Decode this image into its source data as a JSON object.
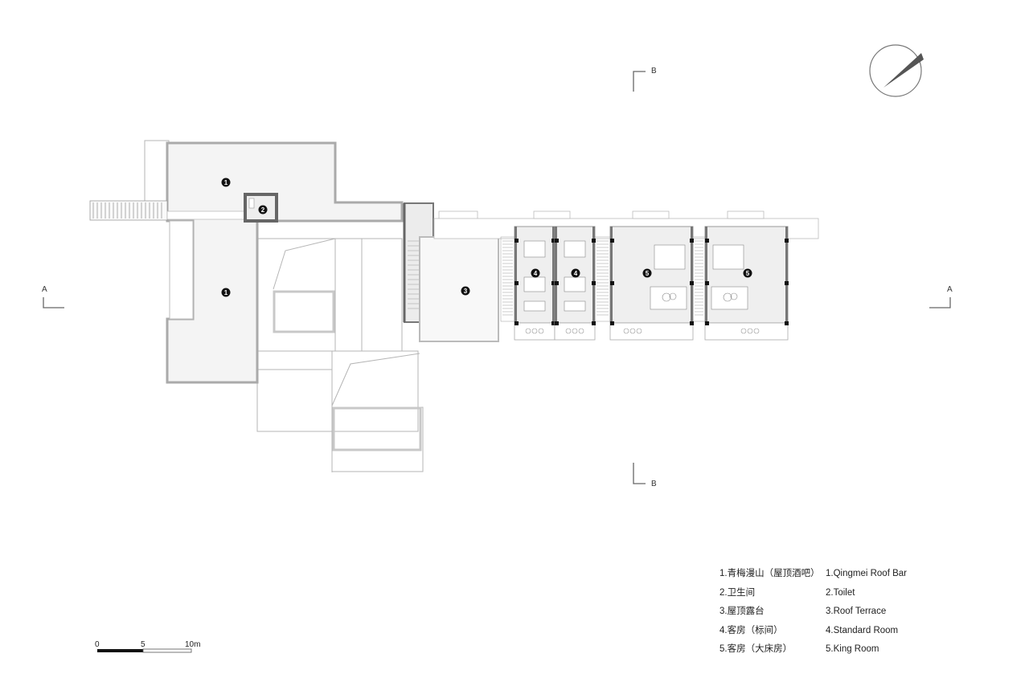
{
  "drawing": {
    "type": "roof floor plan",
    "colors": {
      "wall_fill": "#777777",
      "roof_fill": "#f3f3f3",
      "line": "#9a9a9a",
      "marker": "#111111",
      "background": "#ffffff"
    }
  },
  "markers": [
    {
      "num": "1",
      "label_ref": "Qingmei Roof Bar"
    },
    {
      "num": "1",
      "label_ref": "Qingmei Roof Bar"
    },
    {
      "num": "2",
      "label_ref": "Toilet"
    },
    {
      "num": "3",
      "label_ref": "Roof Terrace"
    },
    {
      "num": "4",
      "label_ref": "Standard Room"
    },
    {
      "num": "4",
      "label_ref": "Standard Room"
    },
    {
      "num": "5",
      "label_ref": "King Room"
    },
    {
      "num": "5",
      "label_ref": "King Room"
    }
  ],
  "section_marks": {
    "a_left": "A",
    "a_right": "A",
    "b_top": "B",
    "b_bottom": "B"
  },
  "scale_bar": {
    "ticks": [
      "0",
      "5",
      "10m"
    ]
  },
  "north_arrow": {
    "label": "north-arrow"
  },
  "legend": [
    {
      "cn": "1.青梅漫山（屋顶酒吧）",
      "en": "1.Qingmei Roof Bar"
    },
    {
      "cn": "2.卫生间",
      "en": "2.Toilet"
    },
    {
      "cn": "3.屋顶露台",
      "en": "3.Roof Terrace"
    },
    {
      "cn": "4.客房（标间）",
      "en": "4.Standard Room"
    },
    {
      "cn": "5.客房（大床房）",
      "en": "5.King Room"
    }
  ]
}
